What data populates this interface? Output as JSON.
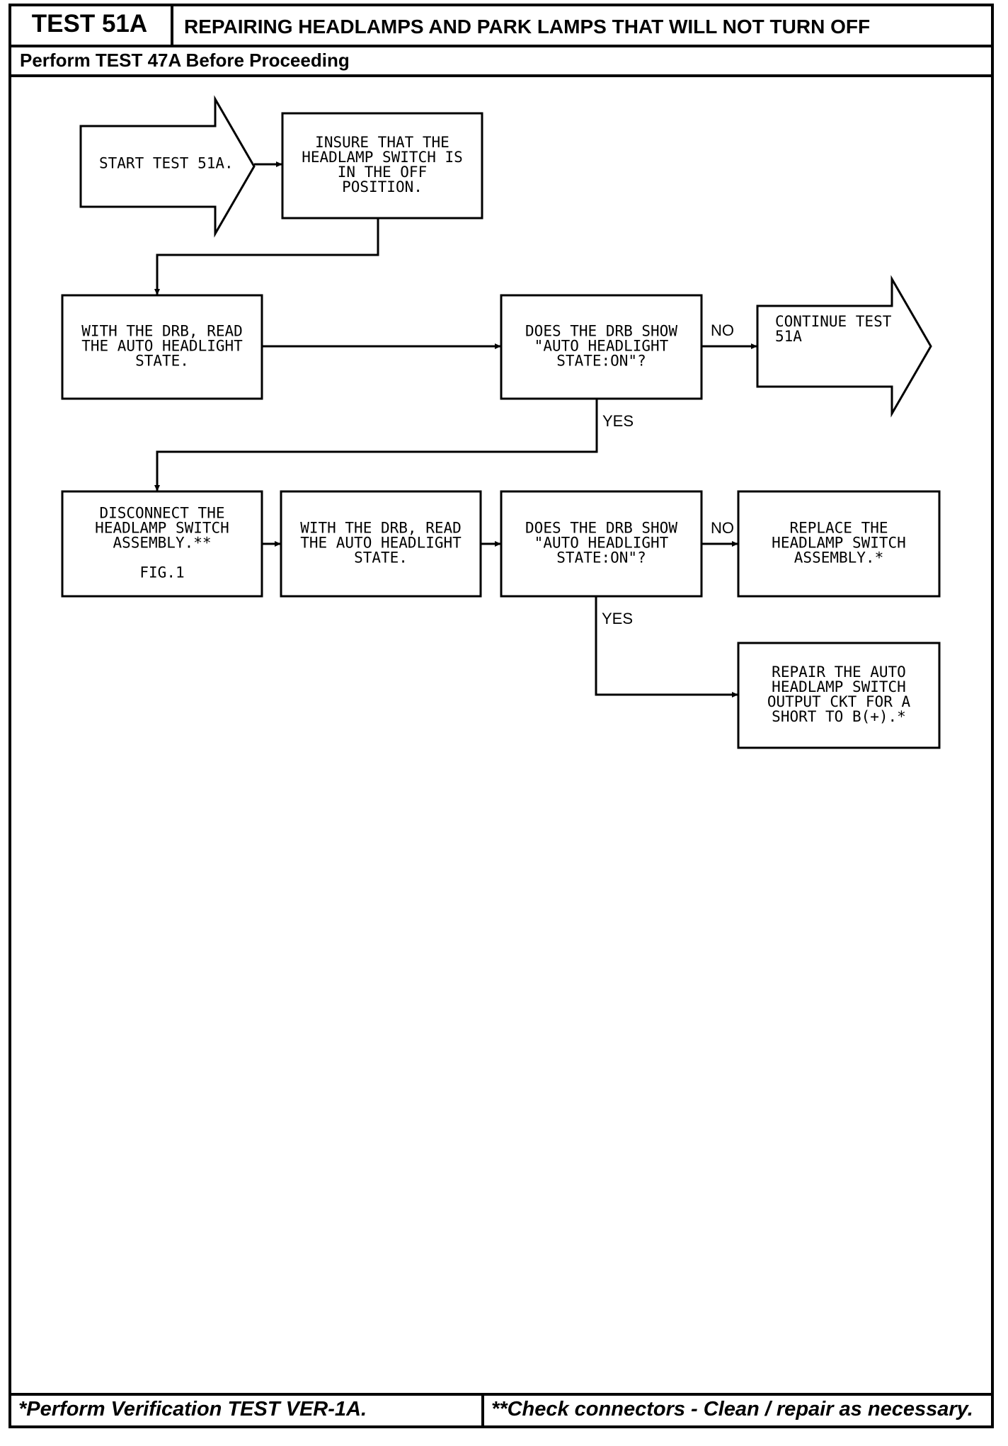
{
  "header": {
    "test_id": "TEST 51A",
    "title": "REPAIRING HEADLAMPS AND PARK LAMPS THAT WILL NOT TURN OFF",
    "subheader": "Perform TEST 47A Before Proceeding"
  },
  "flowchart": {
    "nodes": [
      {
        "id": "start",
        "shape": "arrow",
        "lines": [
          "START TEST 51A."
        ]
      },
      {
        "id": "insure",
        "shape": "box",
        "lines": [
          "INSURE THAT THE",
          "HEADLAMP SWITCH IS",
          "IN THE OFF",
          "POSITION."
        ]
      },
      {
        "id": "read1",
        "shape": "box",
        "lines": [
          "WITH THE DRB, READ",
          "THE AUTO HEADLIGHT",
          "STATE."
        ]
      },
      {
        "id": "decision1",
        "shape": "box",
        "lines": [
          "DOES THE DRB SHOW",
          "\"AUTO HEADLIGHT",
          "STATE:ON\"?"
        ]
      },
      {
        "id": "continue",
        "shape": "arrow",
        "lines": [
          "CONTINUE TEST",
          "51A"
        ]
      },
      {
        "id": "disconnect",
        "shape": "box",
        "lines": [
          "DISCONNECT THE",
          "HEADLAMP SWITCH",
          "ASSEMBLY.**",
          "",
          "FIG.1"
        ]
      },
      {
        "id": "read2",
        "shape": "box",
        "lines": [
          "WITH THE DRB, READ",
          "THE AUTO HEADLIGHT",
          "STATE."
        ]
      },
      {
        "id": "decision2",
        "shape": "box",
        "lines": [
          "DOES THE DRB SHOW",
          "\"AUTO HEADLIGHT",
          "STATE:ON\"?"
        ]
      },
      {
        "id": "replace",
        "shape": "box",
        "lines": [
          "REPLACE THE",
          "HEADLAMP SWITCH",
          "ASSEMBLY.*"
        ]
      },
      {
        "id": "repair",
        "shape": "box",
        "lines": [
          "REPAIR THE AUTO",
          "HEADLAMP SWITCH",
          "OUTPUT CKT FOR A",
          "SHORT TO B(+).*"
        ]
      }
    ],
    "edges": [
      {
        "from": "start",
        "to": "insure",
        "label": ""
      },
      {
        "from": "insure",
        "to": "read1",
        "label": ""
      },
      {
        "from": "read1",
        "to": "decision1",
        "label": ""
      },
      {
        "from": "decision1",
        "to": "continue",
        "label": "NO"
      },
      {
        "from": "decision1",
        "to": "disconnect",
        "label": "YES"
      },
      {
        "from": "disconnect",
        "to": "read2",
        "label": ""
      },
      {
        "from": "read2",
        "to": "decision2",
        "label": ""
      },
      {
        "from": "decision2",
        "to": "replace",
        "label": "NO"
      },
      {
        "from": "decision2",
        "to": "repair",
        "label": "YES"
      }
    ]
  },
  "footer": {
    "left": "*Perform Verification TEST VER-1A.",
    "right": "**Check connectors - Clean / repair as necessary."
  }
}
